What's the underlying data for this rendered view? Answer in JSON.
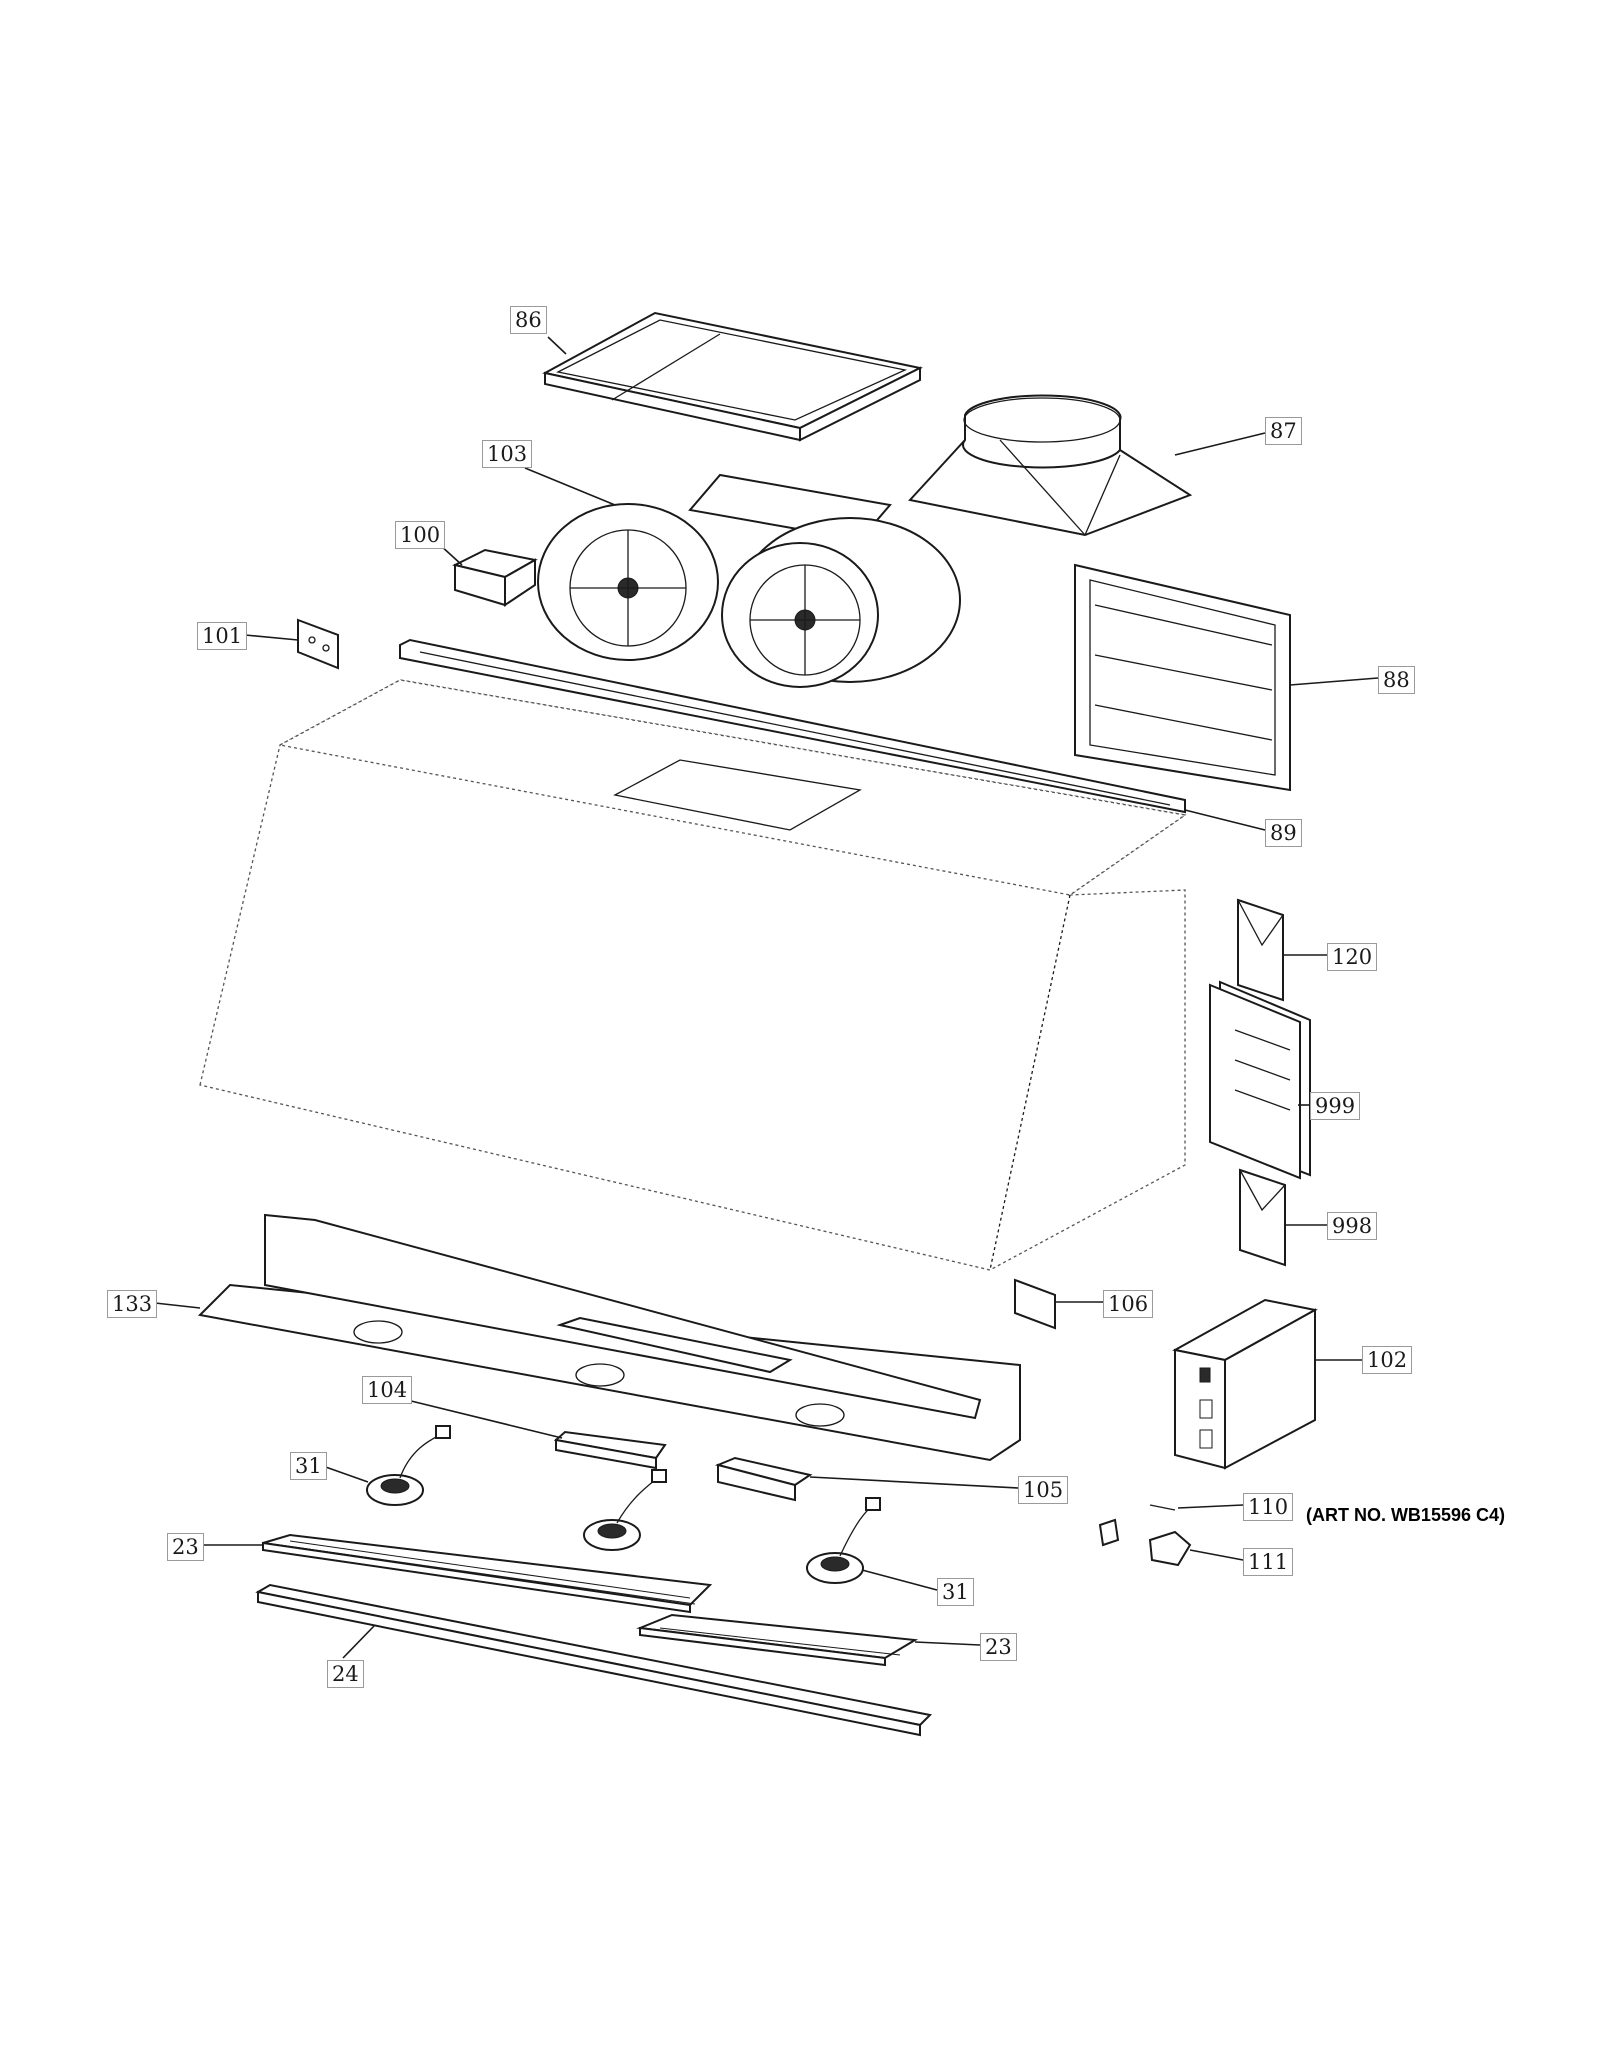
{
  "diagram": {
    "art_number": "(ART NO. WB15596 C4)",
    "callouts": [
      {
        "id": "c86",
        "label": "86"
      },
      {
        "id": "c87",
        "label": "87"
      },
      {
        "id": "c103",
        "label": "103"
      },
      {
        "id": "c100",
        "label": "100"
      },
      {
        "id": "c101",
        "label": "101"
      },
      {
        "id": "c88",
        "label": "88"
      },
      {
        "id": "c89",
        "label": "89"
      },
      {
        "id": "c120",
        "label": "120"
      },
      {
        "id": "c999",
        "label": "999"
      },
      {
        "id": "c998",
        "label": "998"
      },
      {
        "id": "c133",
        "label": "133"
      },
      {
        "id": "c106",
        "label": "106"
      },
      {
        "id": "c102",
        "label": "102"
      },
      {
        "id": "c104",
        "label": "104"
      },
      {
        "id": "c31a",
        "label": "31"
      },
      {
        "id": "c105",
        "label": "105"
      },
      {
        "id": "c110",
        "label": "110"
      },
      {
        "id": "c23a",
        "label": "23"
      },
      {
        "id": "c111",
        "label": "111"
      },
      {
        "id": "c31b",
        "label": "31"
      },
      {
        "id": "c23b",
        "label": "23"
      },
      {
        "id": "c24",
        "label": "24"
      }
    ]
  }
}
